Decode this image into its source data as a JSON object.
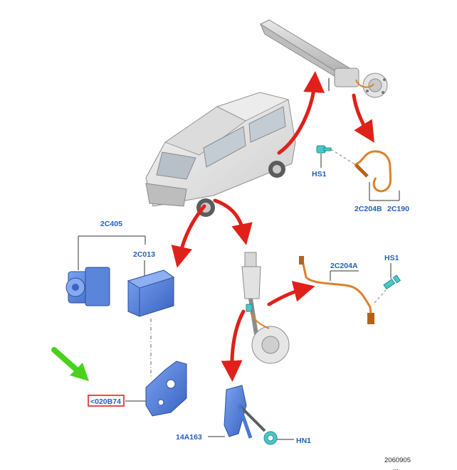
{
  "labels": {
    "abs_module_group": "2C405",
    "abs_control_module": "2C013",
    "bracket": "<020B74",
    "rear_sensor_left": "2C204B",
    "rear_sensor_right": "2C190",
    "rear_screw": "HS1",
    "front_sensor": "2C204A",
    "front_screw": "HS1",
    "ride_height_sensor": "14A163",
    "nut": "HN1"
  },
  "footer": {
    "reference_number": "2060905",
    "reference_partial": "..."
  },
  "colors": {
    "label_blue": "#1f5fbf",
    "arrow_red": "#e0201a",
    "pointer_green": "#49d11c",
    "part_blue": "#4a78d6",
    "harness_orange": "#d9822b",
    "fastener_teal": "#49c8c8",
    "highlight_box": "#e02020"
  },
  "icons": {
    "pointer": "green-arrow-icon",
    "flow": "red-arrow-icon"
  }
}
